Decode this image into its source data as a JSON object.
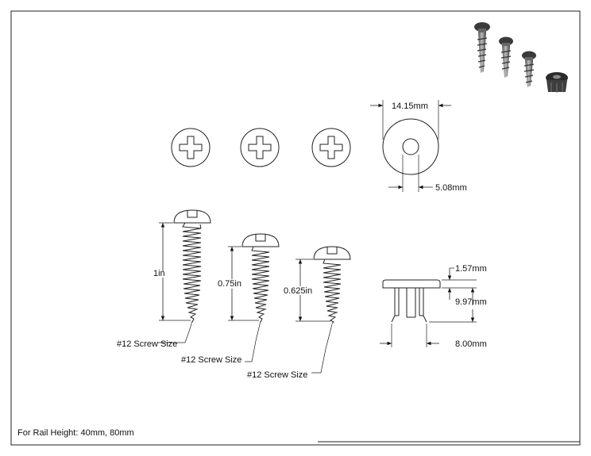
{
  "dimensions": {
    "washer_outer": "14.15mm",
    "washer_inner": "5.08mm",
    "screw_1_length": "1in",
    "screw_2_length": "0.75in",
    "screw_3_length": "0.625in",
    "nut_flange": "1.57mm",
    "nut_body": "9.97mm",
    "nut_width": "8.00mm"
  },
  "callouts": {
    "screw_1_size": "#12 Screw Size",
    "screw_2_size": "#12 Screw Size",
    "screw_3_size": "#12 Screw Size"
  },
  "note": "For Rail Height: 40mm, 80mm"
}
